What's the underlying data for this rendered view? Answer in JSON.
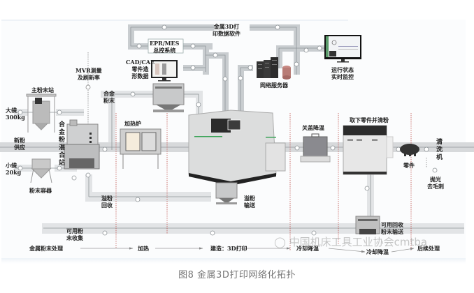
{
  "figure": {
    "caption": "图8  金属3D打印网络化拓扑",
    "watermark": "中国机床工具工业协会cmtba",
    "colors": {
      "background": "#fbfcfd",
      "pipe": "#c9cdd0",
      "pipe_light": "#e2e4e6",
      "pipe_line": "#8e9498",
      "stage_divider": "#c0504d",
      "machine_accent": "#3aa357",
      "text": "#222222",
      "caption": "#777777"
    }
  },
  "labels": {
    "software": "金属3D打\n印数据软件",
    "epr_mes": "EPR/MES\n总控系统",
    "cad_cae": "CAD/CAE\n零件造\n形数据",
    "network_server": "网络服务器",
    "monitor": "运行状态\n实时监控",
    "mvr": "MVR测量\n及刷新率",
    "main_station": "主粉末站",
    "big_bag": "大袋\n300kg",
    "new_powder": "新粉\n供应",
    "small_bag": "小袋\n20kg",
    "powder_container": "粉末容器",
    "alloy_mix_station": "合金粉混合站",
    "alloy_powder": "合金\n粉末",
    "furnace": "加热炉",
    "overflow_recovery": "溢粉\n回收",
    "overflow_transport": "溢粉\n输送",
    "usable_powder_collect": "可用粉\n末收集",
    "lid_cooling": "关盖降温",
    "remove_parts": "取下零件并清粉",
    "part": "零件",
    "cleaning_machine": "清洗机",
    "polish_deburr": "抛光\n去毛刺",
    "recycle_transport": "可用回收\n粉末输送"
  },
  "process_flow": {
    "stages": [
      "金属粉末处理",
      "加热",
      "建造：3D打印",
      "冷却降温",
      "冷却降温",
      "后续处理"
    ]
  }
}
